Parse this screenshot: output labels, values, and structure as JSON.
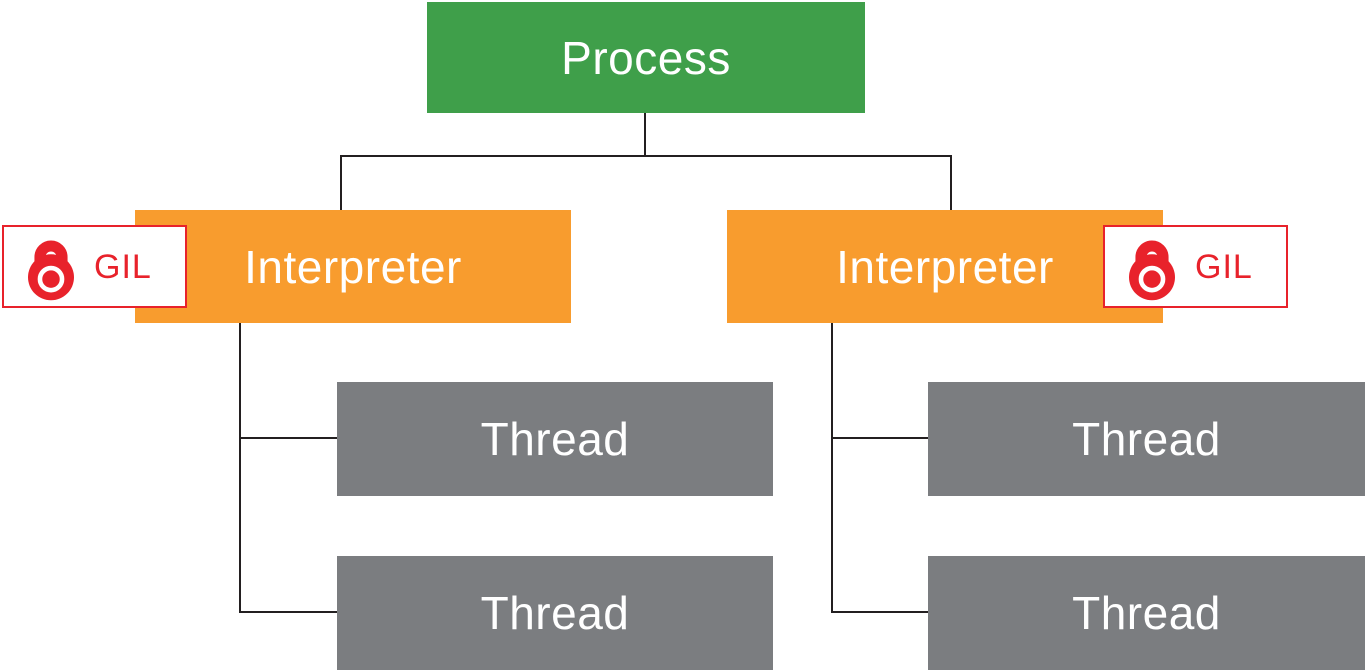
{
  "diagram": {
    "type": "tree",
    "colors": {
      "process": "#3F9F4A",
      "interpreter": "#F89C2E",
      "thread": "#7B7D80",
      "gil": "#E8222B",
      "connector": "#231F20",
      "node_text": "#FFFFFF"
    },
    "nodes": {
      "process": {
        "label": "Process"
      },
      "interpreters": [
        {
          "label": "Interpreter"
        },
        {
          "label": "Interpreter"
        }
      ],
      "threads": [
        {
          "label": "Thread"
        },
        {
          "label": "Thread"
        },
        {
          "label": "Thread"
        },
        {
          "label": "Thread"
        }
      ],
      "gil_badges": [
        {
          "label": "GIL",
          "icon": "lock-icon"
        },
        {
          "label": "GIL",
          "icon": "lock-icon"
        }
      ]
    },
    "edges": [
      {
        "from": "process",
        "to": "interpreter-1"
      },
      {
        "from": "process",
        "to": "interpreter-2"
      },
      {
        "from": "interpreter-1",
        "to": "thread-1"
      },
      {
        "from": "interpreter-1",
        "to": "thread-2"
      },
      {
        "from": "interpreter-2",
        "to": "thread-3"
      },
      {
        "from": "interpreter-2",
        "to": "thread-4"
      }
    ]
  }
}
